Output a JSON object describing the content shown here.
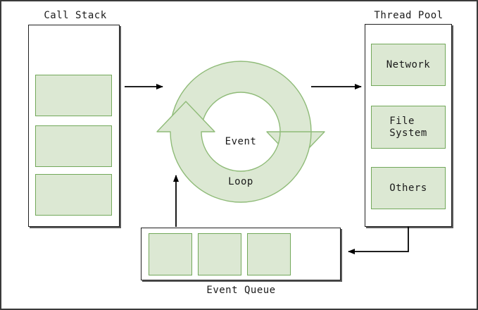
{
  "diagram": {
    "title_hidden": "",
    "call_stack": {
      "label": "Call Stack",
      "frames": [
        {
          "name": "frame-1",
          "text": ""
        },
        {
          "name": "frame-2",
          "text": ""
        },
        {
          "name": "frame-3",
          "text": ""
        }
      ]
    },
    "event_loop": {
      "line1": "Event",
      "line2": "Loop"
    },
    "thread_pool": {
      "label": "Thread Pool",
      "workers": [
        {
          "name": "network",
          "label": "Network"
        },
        {
          "name": "file-system",
          "label": "File\nSystem"
        },
        {
          "name": "others",
          "label": "Others"
        }
      ]
    },
    "event_queue": {
      "label": "Event Queue",
      "items": [
        {
          "name": "event-1",
          "text": ""
        },
        {
          "name": "event-2",
          "text": ""
        },
        {
          "name": "event-3",
          "text": ""
        }
      ]
    },
    "arrows": [
      {
        "name": "callstack-to-eventloop",
        "from": "Call Stack",
        "to": "Event Loop",
        "direction": "right"
      },
      {
        "name": "eventloop-to-threadpool",
        "from": "Event Loop",
        "to": "Thread Pool",
        "direction": "right"
      },
      {
        "name": "threadpool-to-eventqueue",
        "from": "Thread Pool",
        "to": "Event Queue",
        "direction": "left"
      },
      {
        "name": "eventqueue-to-eventloop",
        "from": "Event Queue",
        "to": "Event Loop",
        "direction": "up"
      }
    ],
    "colors": {
      "green_fill": "#dce8d3",
      "green_stroke": "#72a85a",
      "box_stroke": "#1f1f1f",
      "arrow_stroke": "#000000",
      "page_border": "#3a3a3a",
      "background": "#ffffff"
    }
  }
}
